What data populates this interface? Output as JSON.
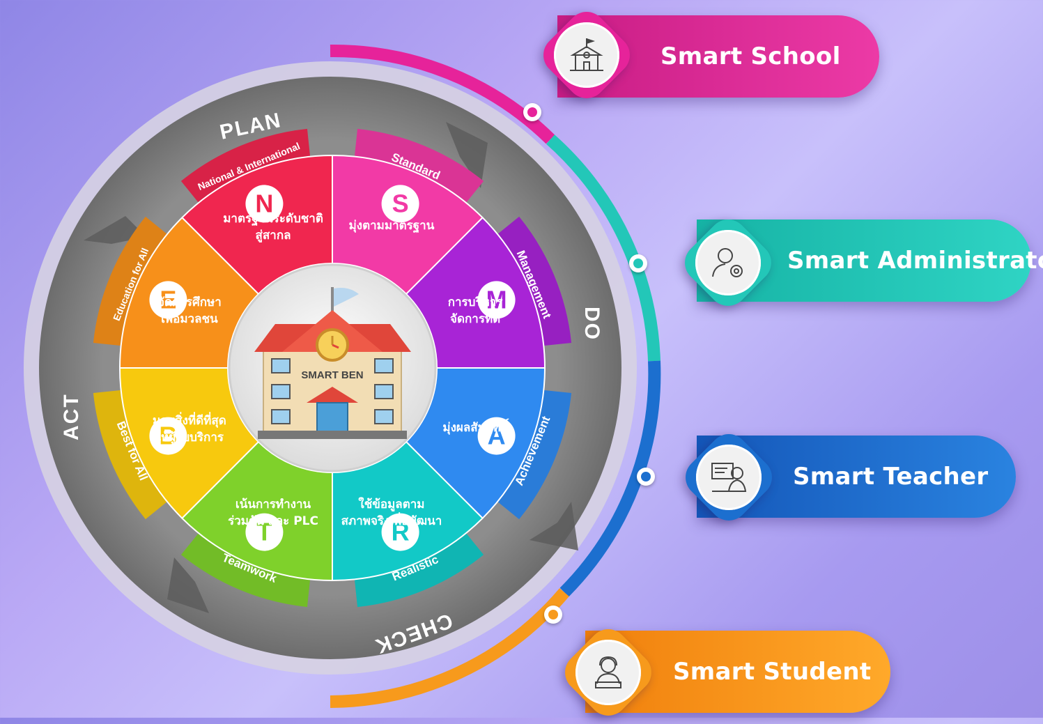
{
  "cycle": {
    "plan": "PLAN",
    "do": "DO",
    "check": "CHECK",
    "act": "ACT"
  },
  "center": {
    "school_name": "SMART BEN"
  },
  "segments": [
    {
      "letter": "N",
      "tag": "National & International",
      "thai_line1": "มาตรฐานระดับชาติ",
      "thai_line2": "สู่สากล",
      "color": "#f0264f"
    },
    {
      "letter": "S",
      "tag": "Standard",
      "thai_line1": "มุ่งตามมาตรฐาน",
      "thai_line2": "",
      "color": "#f23aa6"
    },
    {
      "letter": "M",
      "tag": "Management",
      "thai_line1": "การบริหาร",
      "thai_line2": "จัดการที่ดี",
      "color": "#a824d6"
    },
    {
      "letter": "A",
      "tag": "Achievement",
      "thai_line1": "มุ่งผลสัมฤทธิ์",
      "thai_line2": "",
      "color": "#2f8af0"
    },
    {
      "letter": "R",
      "tag": "Realistic",
      "thai_line1": "ใช้ข้อมูลตาม",
      "thai_line2": "สภาพจริงเพื่อพัฒนา",
      "color": "#12c9c7"
    },
    {
      "letter": "T",
      "tag": "Teamwork",
      "thai_line1": "เน้นการทำงาน",
      "thai_line2": "ร่วมกัน และ PLC",
      "color": "#7fd12b"
    },
    {
      "letter": "B",
      "tag": "Best for All",
      "thai_line1": "มอบสิ่งที่ดีที่สุด",
      "thai_line2": "ให้ผู้รับบริการ",
      "color": "#f7c90e"
    },
    {
      "letter": "E",
      "tag": "Education for All",
      "thai_line1": "จัดการศึกษา",
      "thai_line2": "เพื่อมวลชน",
      "color": "#f7901a"
    }
  ],
  "smart_items": [
    {
      "label": "Smart School",
      "icon": "school-icon",
      "color": "#e6239a"
    },
    {
      "label": "Smart Administrator",
      "icon": "admin-gear-icon",
      "color": "#23c7b8"
    },
    {
      "label": "Smart Teacher",
      "icon": "teacher-icon",
      "color": "#1c6fcf"
    },
    {
      "label": "Smart Student",
      "icon": "student-icon",
      "color": "#f79a1c"
    }
  ]
}
